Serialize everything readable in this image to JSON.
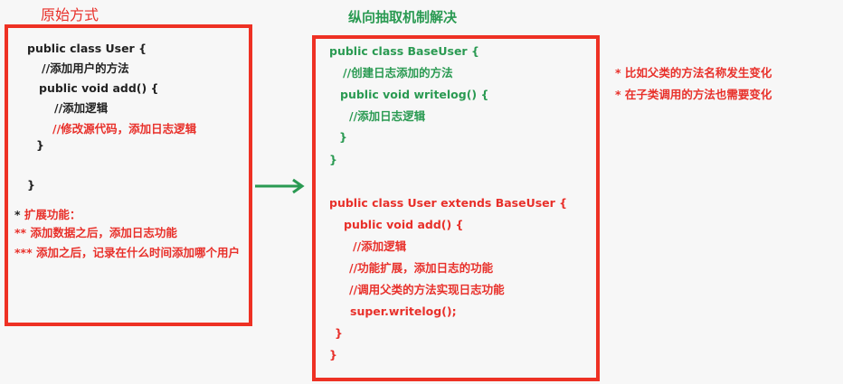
{
  "left": {
    "title": "原始方式",
    "lines": [
      "public class User {",
      "//添加用户的方法",
      "public void add() {",
      "//添加逻辑",
      "//修改源代码，添加日志逻辑",
      "}",
      "}"
    ],
    "notes": [
      "* ",
      "扩展功能：",
      "** 添加数据之后，添加日志功能",
      "*** 添加之后，记录在什么时间添加哪个用户"
    ]
  },
  "right": {
    "title": "纵向抽取机制解决",
    "base": [
      "public class BaseUser {",
      "//创建日志添加的方法",
      "public void writelog() {",
      "//添加日志逻辑",
      "}",
      "}"
    ],
    "user": [
      "public class User extends BaseUser {",
      "public void add() {",
      "//添加逻辑",
      "//功能扩展，添加日志的功能",
      "//调用父类的方法实现日志功能",
      "super.writelog();",
      "}",
      "}"
    ],
    "notes": [
      "* 比如父类的方法名称发生变化",
      "* 在子类调用的方法也需要变化"
    ]
  },
  "colors": {
    "red": "#ee3124",
    "green": "#2a9a52"
  }
}
